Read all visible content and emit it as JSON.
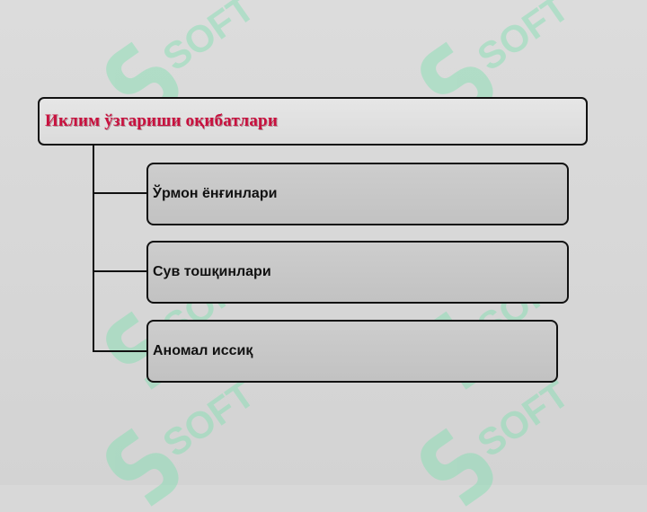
{
  "diagram": {
    "title": "Иклим ўзгариши оқибатлари",
    "items": [
      {
        "label": "Ўрмон ёнғинлари"
      },
      {
        "label": "Сув тошқинлари"
      },
      {
        "label": "Аномал иссиқ"
      }
    ]
  },
  "watermark": {
    "text": "SOFT",
    "color": "#7fe0b0"
  },
  "colors": {
    "title": "#c8103e",
    "border": "#111111",
    "background": "#d8d8d8"
  }
}
